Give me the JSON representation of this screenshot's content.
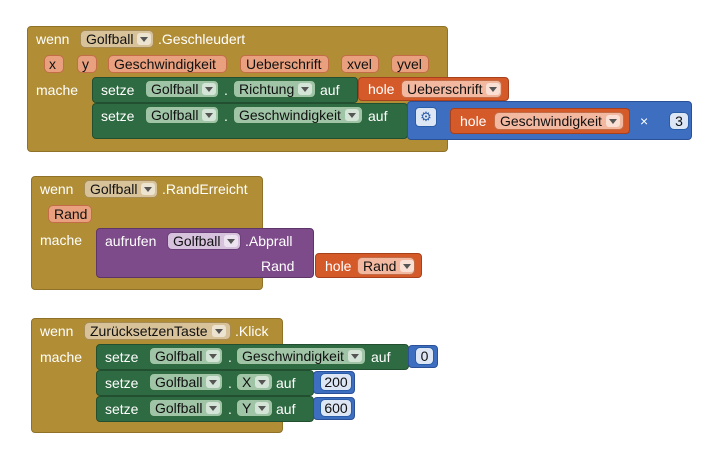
{
  "block1": {
    "event_keyword": "wenn",
    "component": "Golfball",
    "event": ".Geschleudert",
    "params": [
      "x",
      "y",
      "Geschwindigkeit",
      "Ueberschrift",
      "xvel",
      "yvel"
    ],
    "do_keyword": "mache",
    "stmt1": {
      "set": "setze",
      "component": "Golfball",
      "dot": ".",
      "property": "Richtung",
      "to": "auf",
      "get": "hole",
      "var": "Ueberschrift"
    },
    "stmt2": {
      "set": "setze",
      "component": "Golfball",
      "dot": ".",
      "property": "Geschwindigkeit",
      "to": "auf",
      "get": "hole",
      "var": "Geschwindigkeit",
      "op": "×",
      "number": "3"
    }
  },
  "block2": {
    "event_keyword": "wenn",
    "component": "Golfball",
    "event": ".RandErreicht",
    "params": [
      "Rand"
    ],
    "do_keyword": "mache",
    "call": {
      "keyword": "aufrufen",
      "component": "Golfball",
      "method": ".Abprall",
      "arg_name": "Rand",
      "get": "hole",
      "var": "Rand"
    }
  },
  "block3": {
    "event_keyword": "wenn",
    "component": "ZurücksetzenTaste",
    "event": ".Klick",
    "do_keyword": "mache",
    "stmt1": {
      "set": "setze",
      "component": "Golfball",
      "dot": ".",
      "property": "Geschwindigkeit",
      "to": "auf",
      "value": "0"
    },
    "stmt2": {
      "set": "setze",
      "component": "Golfball",
      "dot": ".",
      "property": "X",
      "to": "auf",
      "value": "200"
    },
    "stmt3": {
      "set": "setze",
      "component": "Golfball",
      "dot": ".",
      "property": "Y",
      "to": "auf",
      "value": "600"
    }
  }
}
